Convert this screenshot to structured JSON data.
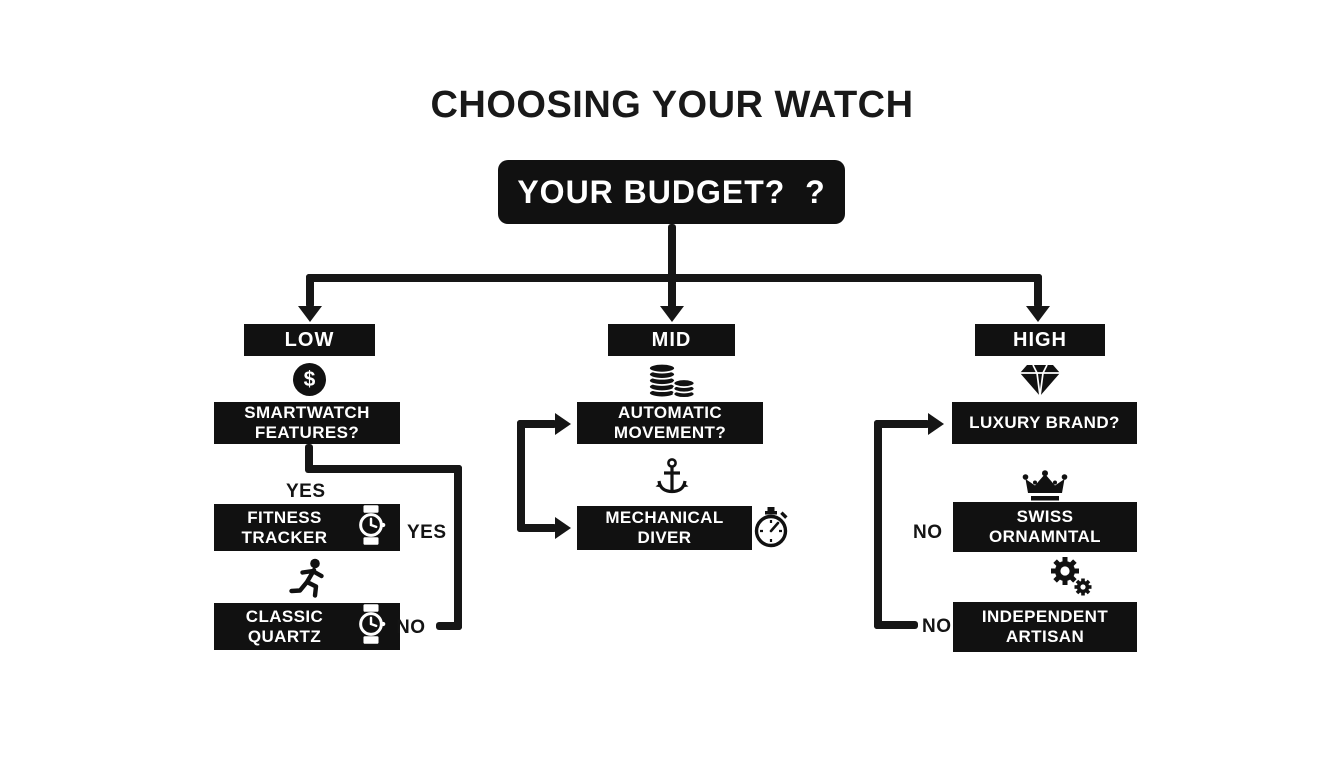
{
  "title": "CHOOSING YOUR WATCH",
  "root": {
    "label": "YOUR BUDGET?  ?"
  },
  "low": {
    "header": "LOW",
    "coin_symbol": "$",
    "question": {
      "line1": "SMARTWATCH",
      "line2": "FEATURES?"
    },
    "yes_top": "YES",
    "fitness": {
      "line1": "FITNESS",
      "line2": "TRACKER"
    },
    "fitness_branch": "YES",
    "quartz": {
      "line1": "CLASSIC",
      "line2": "QUARTZ"
    },
    "quartz_branch": "NO"
  },
  "mid": {
    "header": "MID",
    "question": "AUTOMATIC MOVEMENT?",
    "diver": "MECHANICAL DIVER"
  },
  "high": {
    "header": "HIGH",
    "question": "LUXURY BRAND?",
    "swiss": {
      "line1": "SWISS",
      "line2": "ORNAMNTAL"
    },
    "swiss_branch": "NO",
    "artisan": {
      "line1": "INDEPENDENT",
      "line2": "ARTISAN"
    },
    "artisan_branch": "NO"
  },
  "icons": {
    "low_branch": "dollar-coin-icon",
    "mid_branch": "coins-stack-icon",
    "high_branch": "diamond-icon",
    "low_divider": "runner-icon",
    "low_option": "watch-icon",
    "mid_divider": "anchor-icon",
    "mid_option": "stopwatch-icon",
    "high_divider_1": "crown-icon",
    "high_divider_2": "gears-icon"
  },
  "colors": {
    "node_bg": "#111111",
    "node_text": "#ffffff",
    "line": "#161616",
    "background": "#ffffff"
  }
}
